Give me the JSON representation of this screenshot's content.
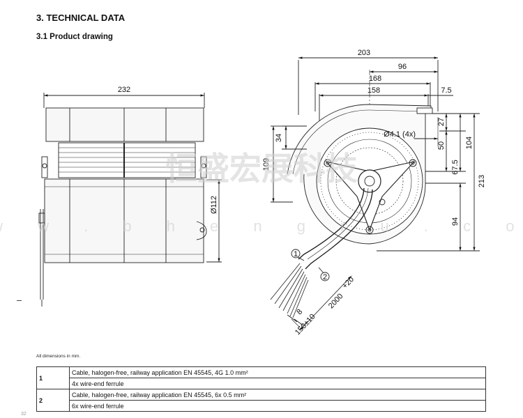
{
  "header": {
    "section_title": "3. TECHNICAL DATA",
    "subsection_title": "3.1 Product drawing"
  },
  "drawing": {
    "side_view": {
      "width_dim": "232",
      "diameter_dim": "Ø112"
    },
    "front_view": {
      "dims": {
        "d203": "203",
        "d96": "96",
        "d168": "168",
        "d158": "158",
        "d7_5": "7.5",
        "d27": "27",
        "d34": "34",
        "d109": "109",
        "hole": "Ø4.1 (4x)",
        "d50": "50",
        "d104": "104",
        "d213": "213",
        "d67_5": "67.5",
        "d94": "94",
        "cable_len": "2000",
        "cable_tol": "+20",
        "d8": "8",
        "d150": "150±10"
      },
      "balloons": [
        "1",
        "2"
      ]
    },
    "watermark": {
      "cn": "恒盛宏展科技",
      "url": "w w w . b h e n g r u . c o m"
    }
  },
  "footnote": "All dimensions in mm.",
  "legend": [
    {
      "num": "1",
      "lines": [
        "Cable, halogen-free, railway application EN 45545, 4G 1.0 mm²",
        "4x wire-end ferrule"
      ]
    },
    {
      "num": "2",
      "lines": [
        "Cable, halogen-free, railway application EN 45545, 6x 0.5 mm²",
        "6x wire-end ferrule"
      ]
    }
  ],
  "page_mark": "32"
}
